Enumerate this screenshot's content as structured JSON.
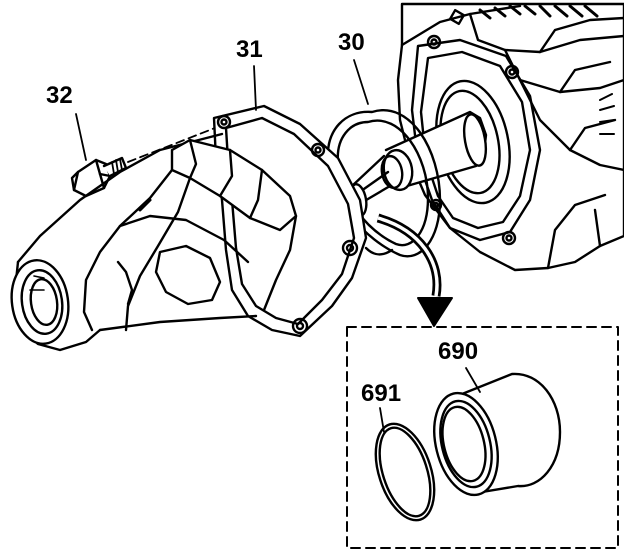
{
  "callouts": {
    "bolt": "32",
    "extension_housing": "31",
    "gasket": "30",
    "bushing": "690",
    "seal_ring": "691"
  },
  "colors": {
    "line": "#000000",
    "background": "#ffffff"
  }
}
